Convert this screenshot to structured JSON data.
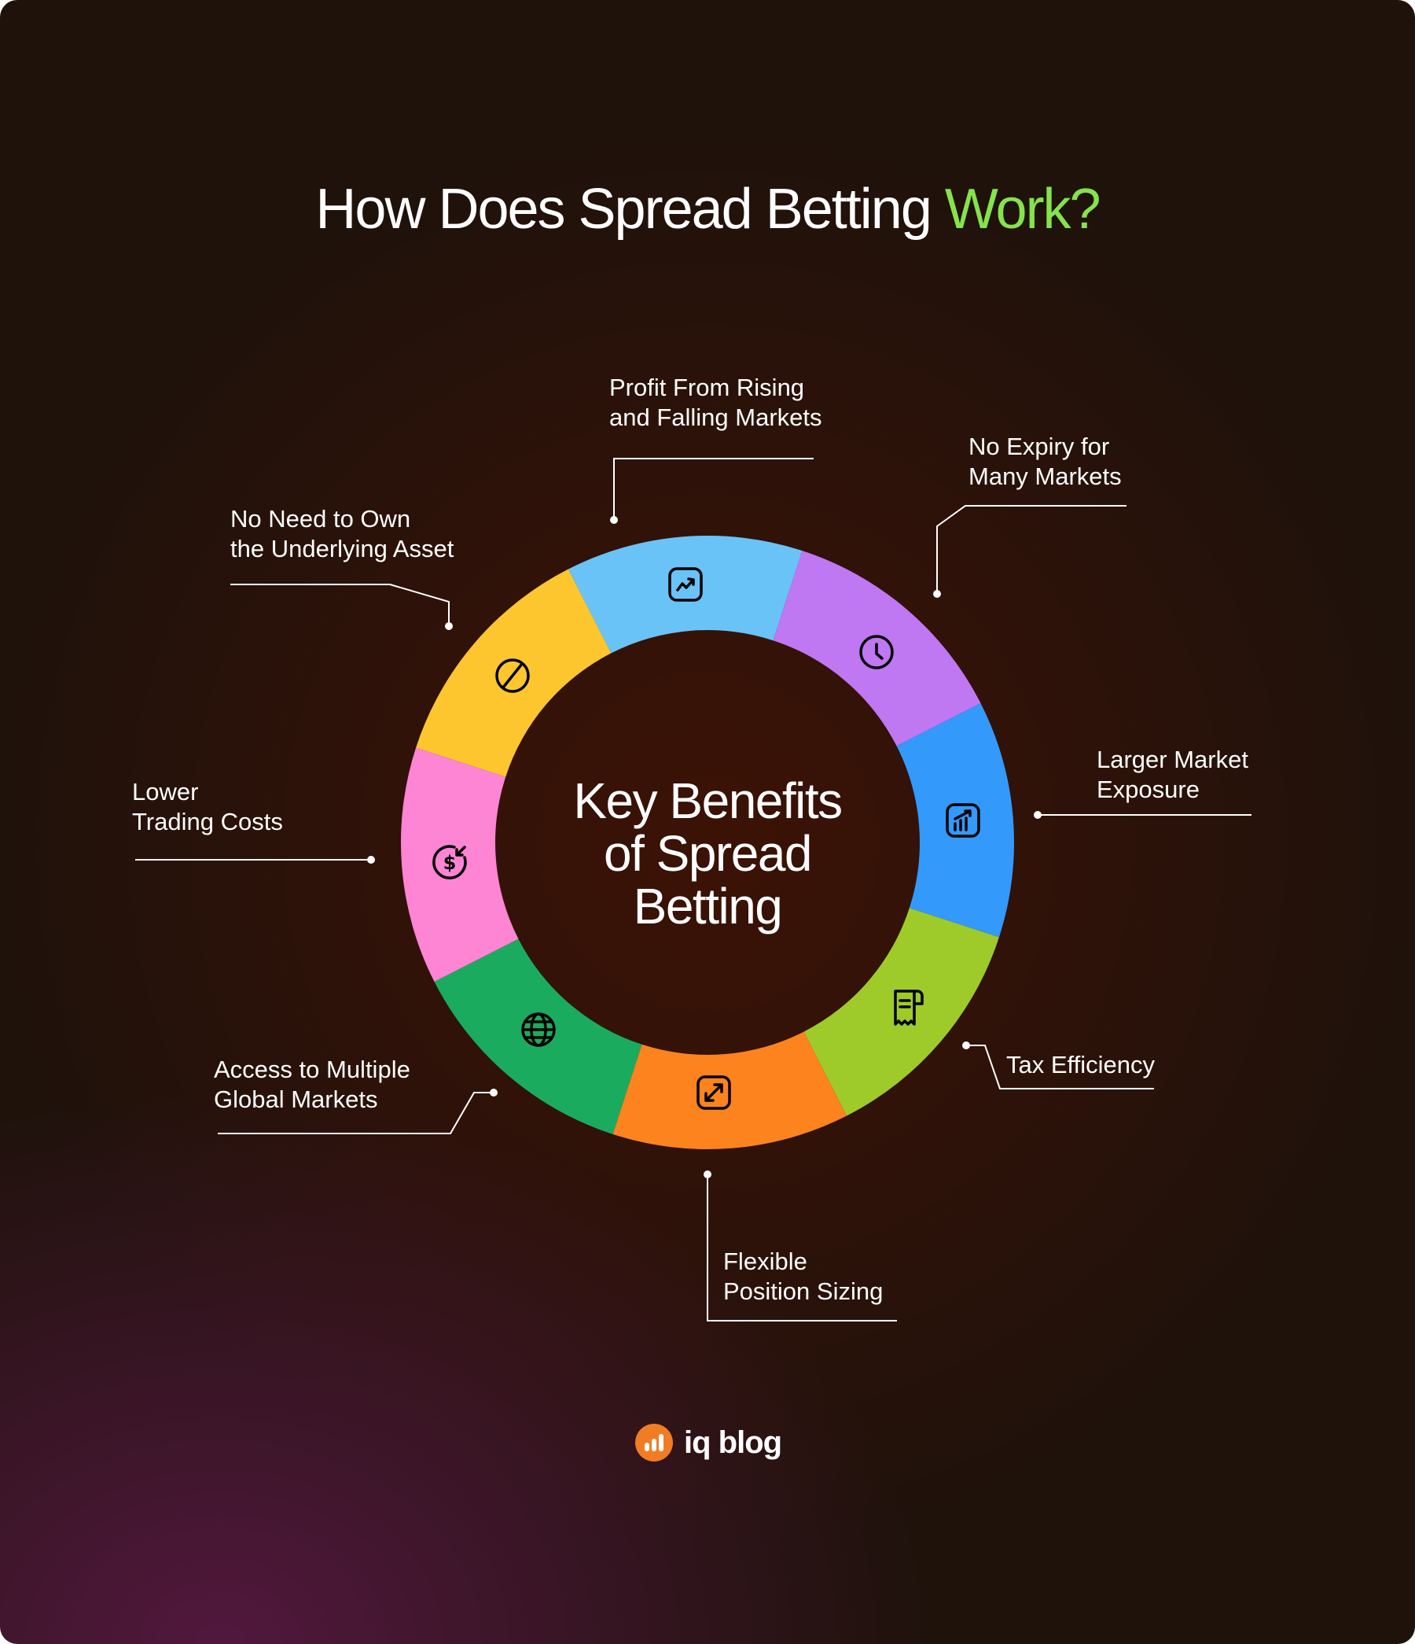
{
  "title": {
    "main": "How Does Spread Betting ",
    "accent": "Work?"
  },
  "center": "Key Benefits\nof Spread\nBetting",
  "colors": {
    "accent": "#86e34a",
    "leader": "#ffffff"
  },
  "segments": [
    {
      "label": "Profit From Rising\nand Falling Markets",
      "color": "#6ac3f6",
      "icon": "trending-up-icon"
    },
    {
      "label": "No Expiry for\nMany Markets",
      "color": "#bf77f2",
      "icon": "clock-icon"
    },
    {
      "label": "Larger Market\nExposure",
      "color": "#3399fb",
      "icon": "bar-chart-up-icon"
    },
    {
      "label": "Tax Efficiency",
      "color": "#9fcb2a",
      "icon": "receipt-icon"
    },
    {
      "label": "Flexible\nPosition Sizing",
      "color": "#fd831e",
      "icon": "resize-arrow-icon"
    },
    {
      "label": "Access to Multiple\nGlobal Markets",
      "color": "#1bab5f",
      "icon": "globe-icon"
    },
    {
      "label": "Lower\nTrading Costs",
      "color": "#fe84d4",
      "icon": "dollar-down-icon"
    },
    {
      "label": "No Need to Own\nthe Underlying Asset",
      "color": "#fec62e",
      "icon": "prohibited-icon"
    }
  ],
  "logo": {
    "text": "iq blog"
  }
}
